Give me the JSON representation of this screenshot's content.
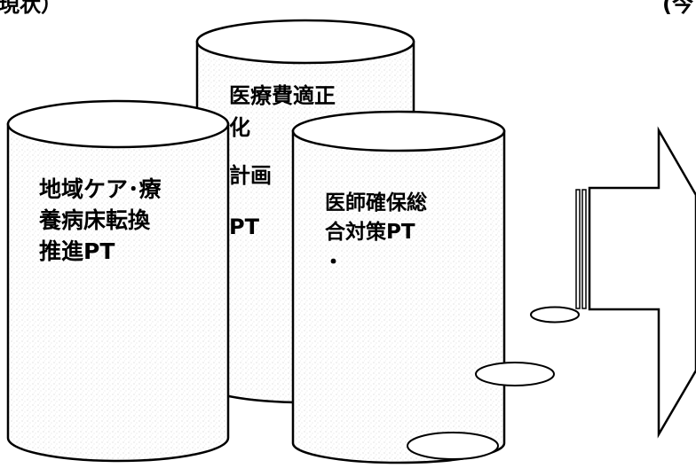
{
  "header": {
    "left_fragment": "現状）",
    "right_fragment": "(今"
  },
  "cylinders": {
    "left": {
      "lines": [
        "地域ケア･療",
        "養病床転換",
        "推進PT"
      ]
    },
    "back": {
      "lines": [
        "医療費適正",
        "化",
        "計画",
        "PT"
      ]
    },
    "front": {
      "lines": [
        "医師確保総",
        "合対策PT"
      ],
      "bullet": "・"
    }
  },
  "colors": {
    "outline": "#000000",
    "cylinder_fill": "#ffffff",
    "texture": "#c8c8c8"
  },
  "icons": {
    "arrow": "right-arrow-icon",
    "ellipses": "ellipse-shape"
  }
}
